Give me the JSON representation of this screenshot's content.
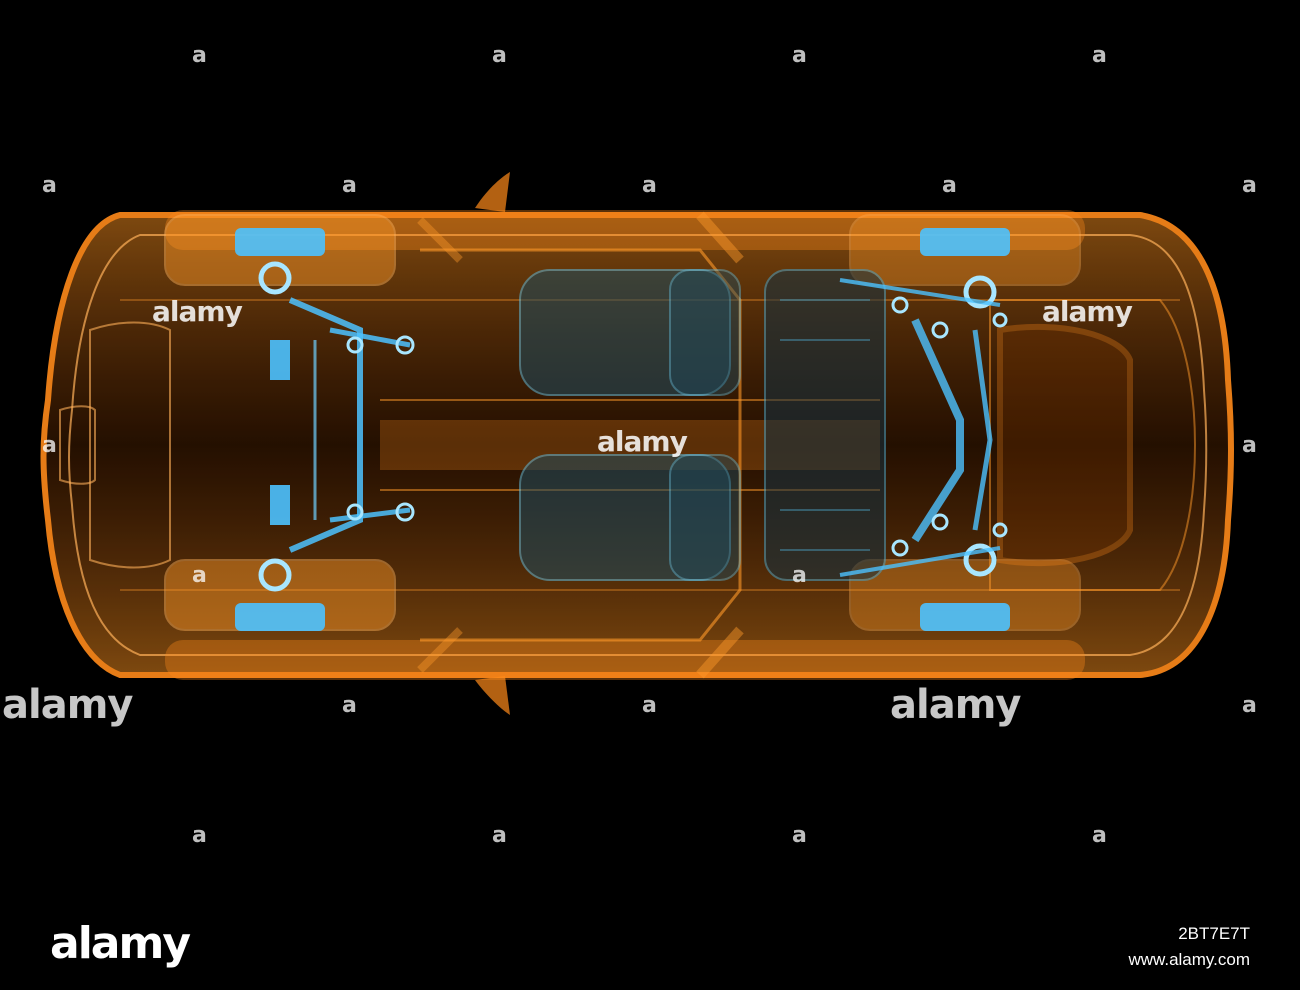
{
  "colors": {
    "background": "#000000",
    "body_orange": "#ff8a1a",
    "body_orange_deep": "#c8580a",
    "chassis_blue": "#4cc2ff",
    "chassis_blue_light": "#a8e6ff"
  },
  "watermark": {
    "word": "alamy",
    "letter": "a"
  },
  "footer": {
    "brand": "alamy",
    "image_id": "2BT7E7T",
    "site": "www.alamy.com"
  }
}
